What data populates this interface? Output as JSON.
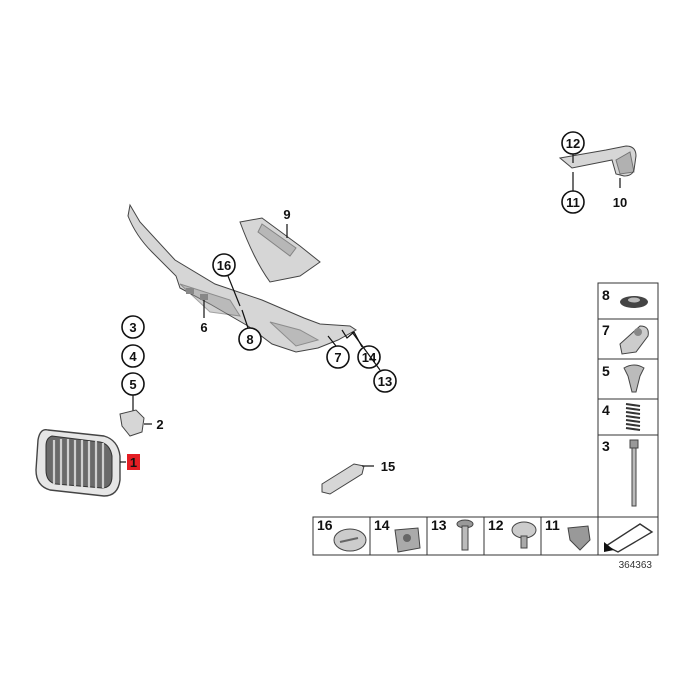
{
  "diagram": {
    "callouts": {
      "c1": "1",
      "c2": "2",
      "c3": "3",
      "c4": "4",
      "c5": "5",
      "c6": "6",
      "c7": "7",
      "c8": "8",
      "c9": "9",
      "c10": "10",
      "c11": "11",
      "c12": "12",
      "c13": "13",
      "c14": "14",
      "c15": "15",
      "c16": "16"
    },
    "parts_table": {
      "side": [
        "8",
        "7",
        "5",
        "4",
        "3"
      ],
      "bottom": [
        "16",
        "14",
        "13",
        "12",
        "11"
      ]
    },
    "reference_number": "364363",
    "highlight_color": "#e31e24"
  }
}
